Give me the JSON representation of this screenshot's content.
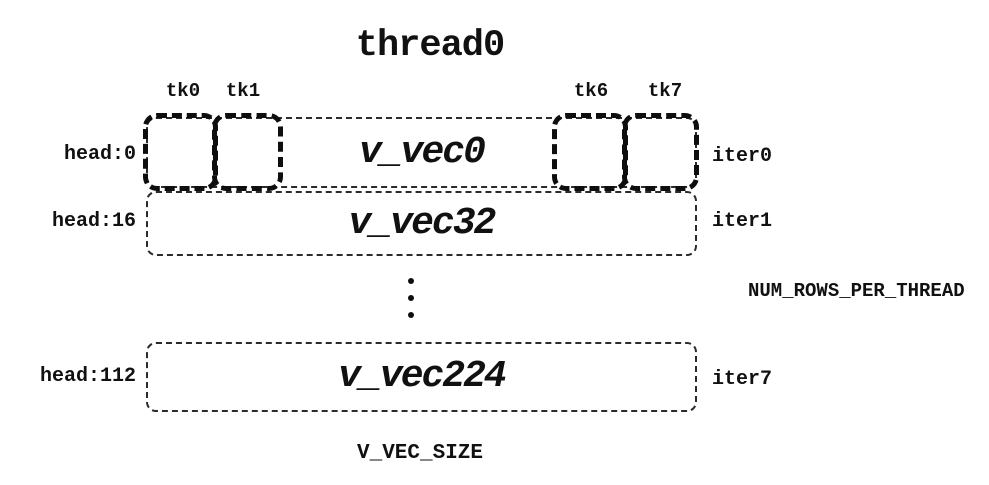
{
  "title": "thread0",
  "diagram": {
    "tick_labels": [
      "tk0",
      "tk1",
      "tk6",
      "tk7"
    ],
    "rows": [
      {
        "head": "head:0",
        "vec": "v_vec0",
        "iter": "iter0"
      },
      {
        "head": "head:16",
        "vec": "v_vec32",
        "iter": "iter1"
      },
      {
        "head": "head:112",
        "vec": "v_vec224",
        "iter": "iter7"
      }
    ],
    "annotations": {
      "right": "NUM_ROWS_PER_THREAD",
      "bottom": "V_VEC_SIZE"
    },
    "icons": {
      "vertical_ellipsis": "three-vertical-dots"
    },
    "colors": {
      "ink": "#111111",
      "background": "#ffffff"
    }
  }
}
